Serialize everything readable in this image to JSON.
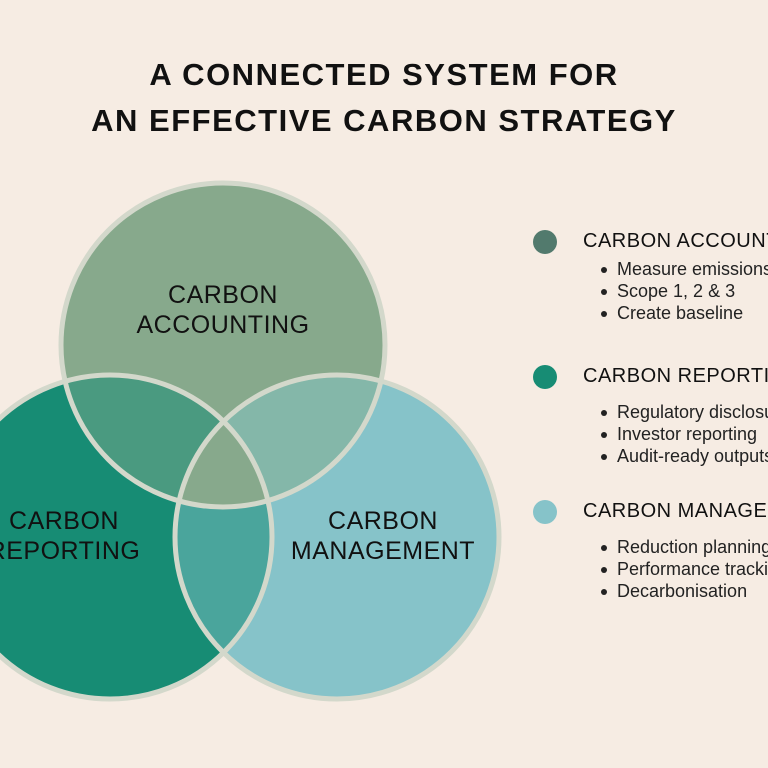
{
  "title": {
    "line1": "A CONNECTED SYSTEM FOR",
    "line2": "AN EFFECTIVE CARBON STRATEGY"
  },
  "venn": {
    "accounting": {
      "line1": "CARBON",
      "line2": "ACCOUNTING",
      "color": "#87a98c"
    },
    "reporting": {
      "line1": "CARBON",
      "line2": "REPORTING",
      "color": "#178c74"
    },
    "management": {
      "line1": "CARBON",
      "line2": "MANAGEMENT",
      "color": "#86c3c9"
    },
    "border_color": "#d3d8cb"
  },
  "legend": [
    {
      "title": "CARBON ACCOUNTING",
      "color": "#527a6d",
      "items": [
        "Measure emissions",
        "Scope 1, 2 & 3",
        "Create baseline"
      ]
    },
    {
      "title": "CARBON REPORTING",
      "color": "#178c74",
      "items": [
        "Regulatory disclosures",
        "Investor reporting",
        "Audit-ready outputs"
      ]
    },
    {
      "title": "CARBON MANAGEMENT",
      "color": "#86c3c9",
      "items": [
        "Reduction planning",
        "Performance tracking",
        "Decarbonisation"
      ]
    }
  ]
}
